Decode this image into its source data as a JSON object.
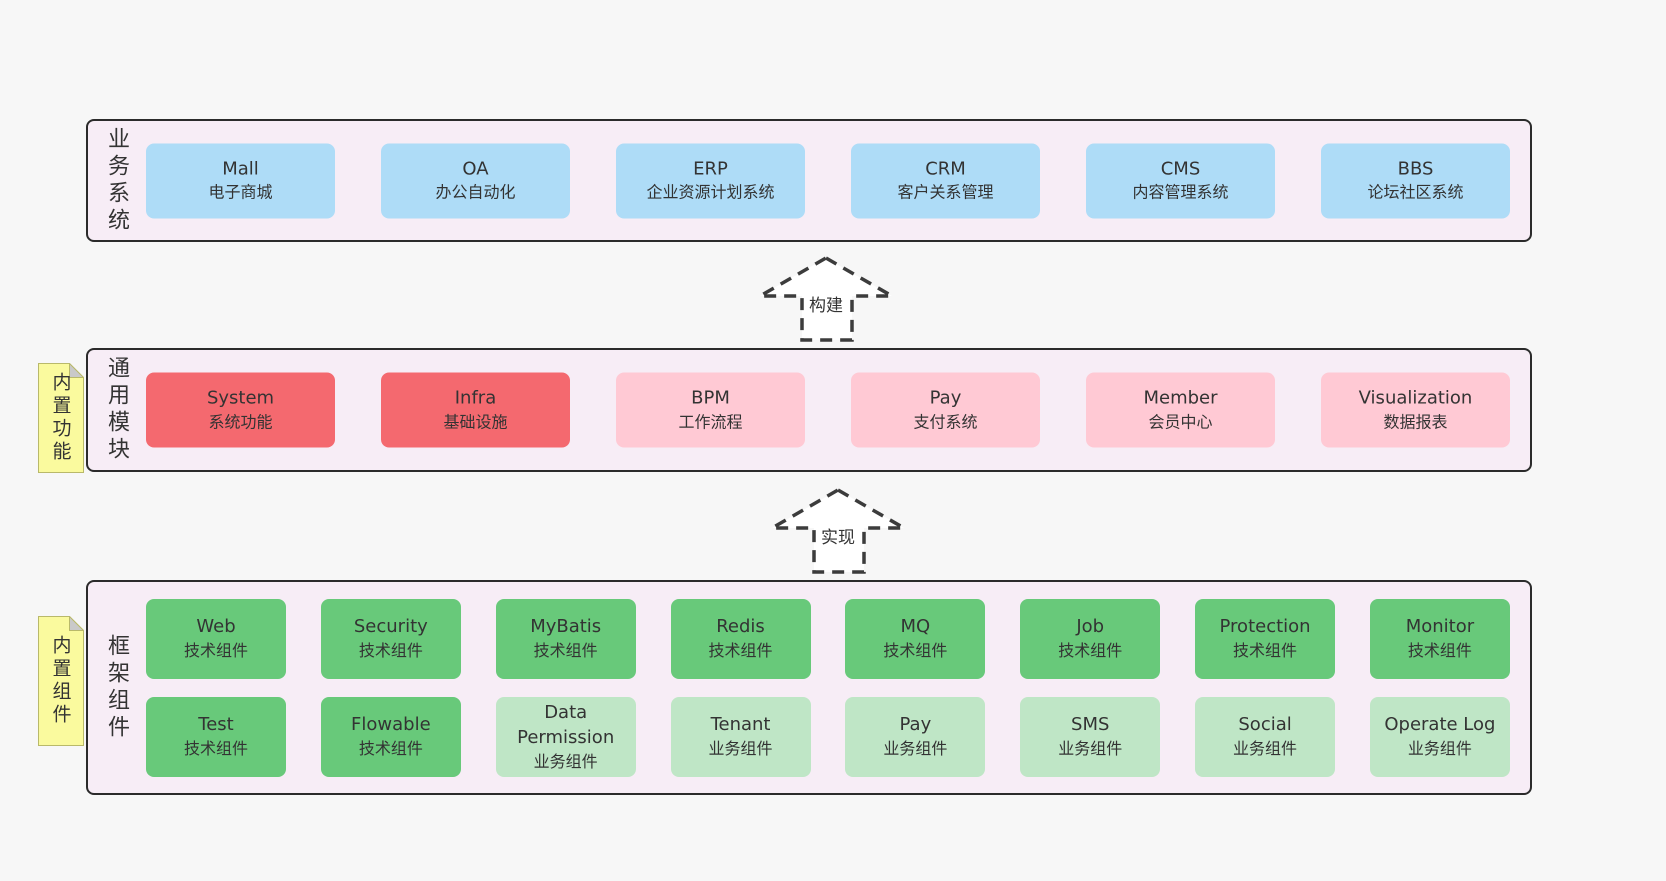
{
  "colors": {
    "page_bg": "#f7f7f7",
    "container_bg": "#f7edf6",
    "container_border": "#2b2b2b",
    "blue": "#aedcf7",
    "red": "#f4696f",
    "pink": "#ffc9d4",
    "green_dark": "#68c97a",
    "green_light": "#bfe6c6",
    "note_yellow": "#fafa9e",
    "note_fold": "#c9c9c9",
    "text": "#333333",
    "arrow_stroke": "#3c3c3c"
  },
  "arrows": [
    {
      "label": "构建"
    },
    {
      "label": "实现"
    }
  ],
  "layers": {
    "business": {
      "label": "业务系统",
      "boxes": [
        {
          "title": "Mall",
          "subtitle": "电子商城",
          "tone": "blue"
        },
        {
          "title": "OA",
          "subtitle": "办公自动化",
          "tone": "blue"
        },
        {
          "title": "ERP",
          "subtitle": "企业资源计划系统",
          "tone": "blue"
        },
        {
          "title": "CRM",
          "subtitle": "客户关系管理",
          "tone": "blue"
        },
        {
          "title": "CMS",
          "subtitle": "内容管理系统",
          "tone": "blue"
        },
        {
          "title": "BBS",
          "subtitle": "论坛社区系统",
          "tone": "blue"
        }
      ]
    },
    "modules": {
      "label": "通用模块",
      "note": "内置功能",
      "boxes": [
        {
          "title": "System",
          "subtitle": "系统功能",
          "tone": "red"
        },
        {
          "title": "Infra",
          "subtitle": "基础设施",
          "tone": "red"
        },
        {
          "title": "BPM",
          "subtitle": "工作流程",
          "tone": "pink"
        },
        {
          "title": "Pay",
          "subtitle": "支付系统",
          "tone": "pink"
        },
        {
          "title": "Member",
          "subtitle": "会员中心",
          "tone": "pink"
        },
        {
          "title": "Visualization",
          "subtitle": "数据报表",
          "tone": "pink"
        }
      ]
    },
    "components": {
      "label": "框架组件",
      "note": "内置组件",
      "row1": [
        {
          "title": "Web",
          "subtitle": "技术组件",
          "tone": "green-dark"
        },
        {
          "title": "Security",
          "subtitle": "技术组件",
          "tone": "green-dark"
        },
        {
          "title": "MyBatis",
          "subtitle": "技术组件",
          "tone": "green-dark"
        },
        {
          "title": "Redis",
          "subtitle": "技术组件",
          "tone": "green-dark"
        },
        {
          "title": "MQ",
          "subtitle": "技术组件",
          "tone": "green-dark"
        },
        {
          "title": "Job",
          "subtitle": "技术组件",
          "tone": "green-dark"
        },
        {
          "title": "Protection",
          "subtitle": "技术组件",
          "tone": "green-dark"
        },
        {
          "title": "Monitor",
          "subtitle": "技术组件",
          "tone": "green-dark"
        }
      ],
      "row2": [
        {
          "title": "Test",
          "subtitle": "技术组件",
          "tone": "green-dark"
        },
        {
          "title": "Flowable",
          "subtitle": "技术组件",
          "tone": "green-dark"
        },
        {
          "title": "Data Permission",
          "subtitle": "业务组件",
          "tone": "green-light"
        },
        {
          "title": "Tenant",
          "subtitle": "业务组件",
          "tone": "green-light"
        },
        {
          "title": "Pay",
          "subtitle": "业务组件",
          "tone": "green-light"
        },
        {
          "title": "SMS",
          "subtitle": "业务组件",
          "tone": "green-light"
        },
        {
          "title": "Social",
          "subtitle": "业务组件",
          "tone": "green-light"
        },
        {
          "title": "Operate Log",
          "subtitle": "业务组件",
          "tone": "green-light"
        }
      ]
    }
  }
}
